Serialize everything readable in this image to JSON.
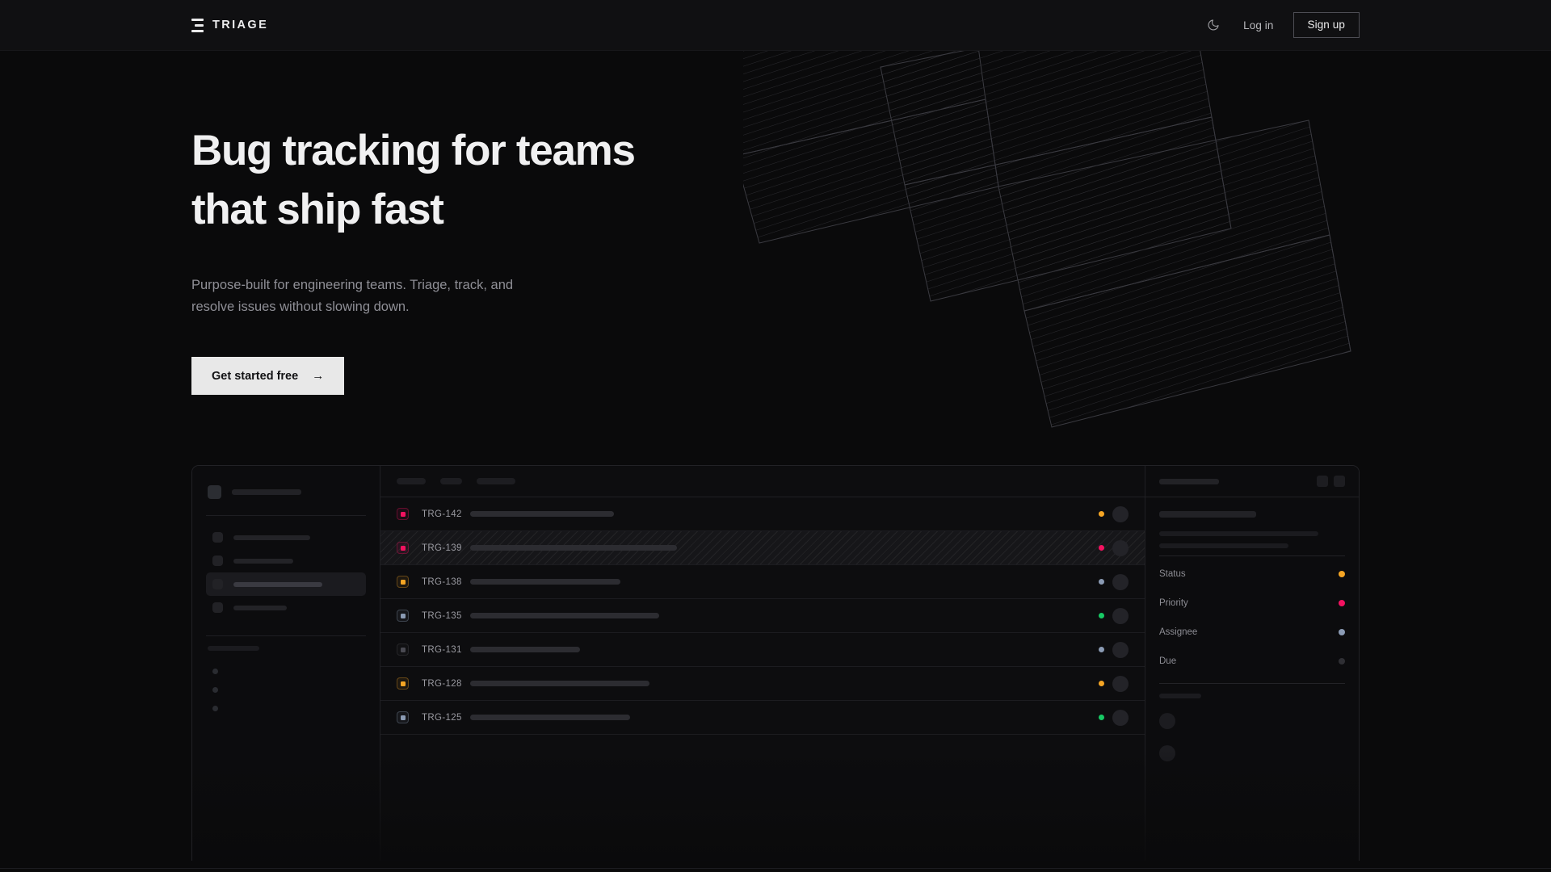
{
  "nav": {
    "brand": "TRIAGE",
    "brand_icon": "stacked-bars-logo-icon",
    "theme_toggle_icon": "moon-icon",
    "login_label": "Log in",
    "signup_label": "Sign up"
  },
  "hero": {
    "title_line1": "Bug tracking for teams",
    "title_line2": "that ship fast",
    "subtitle_line1": "Purpose-built for engineering teams. Triage, track, and",
    "subtitle_line2": "resolve issues without slowing down.",
    "cta_label": "Get started free",
    "cta_arrow": "→"
  },
  "colors": {
    "page_bg": "#0a0a0b",
    "nav_bg": "#101012",
    "panel_bg": "#0d0d0f",
    "border": "#222226",
    "text_primary": "#f0f0f1",
    "text_muted": "#8f8f96",
    "cta_bg": "#e8e8e8",
    "status_orange": "#f5a524",
    "status_pink": "#f31260",
    "status_green": "#17c964",
    "status_blue_grey": "#8b9bb4",
    "status_dim": "#2f2f34"
  },
  "app_mock": {
    "sidebar": {
      "nav_items": [
        {
          "active": false,
          "width": 95
        },
        {
          "active": false,
          "width": 74
        },
        {
          "active": true,
          "width": 110
        },
        {
          "active": false,
          "width": 66
        }
      ],
      "section_label_width": 64,
      "dot_items": 3
    },
    "toolbar": {
      "pills": [
        36,
        27,
        48
      ]
    },
    "issues": [
      {
        "id": "TRG-142",
        "priority_color": "#f31260",
        "status_color": "#f5a524",
        "title_width": 178,
        "selected": false
      },
      {
        "id": "TRG-139",
        "priority_color": "#f31260",
        "status_color": "#f31260",
        "title_width": 256,
        "selected": true
      },
      {
        "id": "TRG-138",
        "priority_color": "#f5a524",
        "status_color": "#8b9bb4",
        "title_width": 186,
        "selected": false
      },
      {
        "id": "TRG-135",
        "priority_color": "#8b9bb4",
        "status_color": "#17c964",
        "title_width": 234,
        "selected": false
      },
      {
        "id": "TRG-131",
        "priority_color": "#4a4a52",
        "status_color": "#8b9bb4",
        "title_width": 136,
        "selected": false
      },
      {
        "id": "TRG-128",
        "priority_color": "#f5a524",
        "status_color": "#f5a524",
        "title_width": 222,
        "selected": false
      },
      {
        "id": "TRG-125",
        "priority_color": "#8b9bb4",
        "status_color": "#17c964",
        "title_width": 198,
        "selected": false
      }
    ],
    "detail": {
      "header_skeleton_width": 74,
      "header_buttons": 2,
      "title_skeleton_width": 120,
      "body_lines": [
        197,
        160
      ],
      "meta": [
        {
          "label": "Status",
          "dot_color": "#f5a524"
        },
        {
          "label": "Priority",
          "dot_color": "#f31260"
        },
        {
          "label": "Assignee",
          "dot_color": "#8b9bb4"
        },
        {
          "label": "Due",
          "dot_color": "#2f2f34"
        }
      ],
      "activity_label_width": 52,
      "activity_rows": 2
    }
  }
}
